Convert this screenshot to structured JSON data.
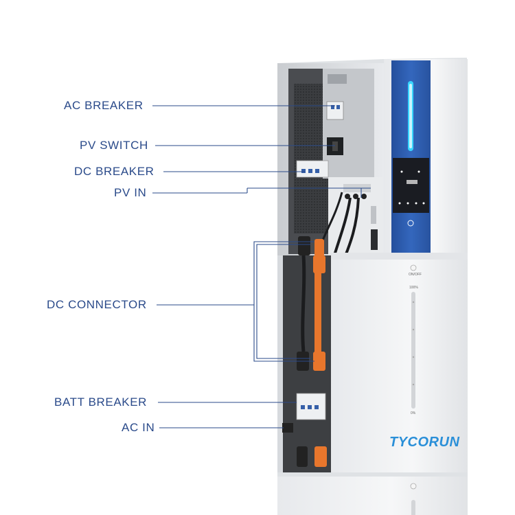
{
  "labels": {
    "ac_breaker": "AC BREAKER",
    "pv_switch": "PV SWITCH",
    "dc_breaker": "DC BREAKER",
    "pv_in": "PV IN",
    "dc_connector": "DC CONNECTOR",
    "batt_breaker": "BATT BREAKER",
    "ac_in": "AC IN"
  },
  "brand": {
    "name": "TYCORUN",
    "color": "#2a8fd8"
  },
  "battery": {
    "onoff_label": "ON/OFF",
    "level_high": "100%",
    "level_low": "0%"
  },
  "colors": {
    "label_text": "#2a4a8a",
    "leader_line": "#2a4a8a",
    "inverter_panel": "#2f5fae",
    "light_bar": "#38d6ff",
    "dc_cable": "#e8762c"
  }
}
